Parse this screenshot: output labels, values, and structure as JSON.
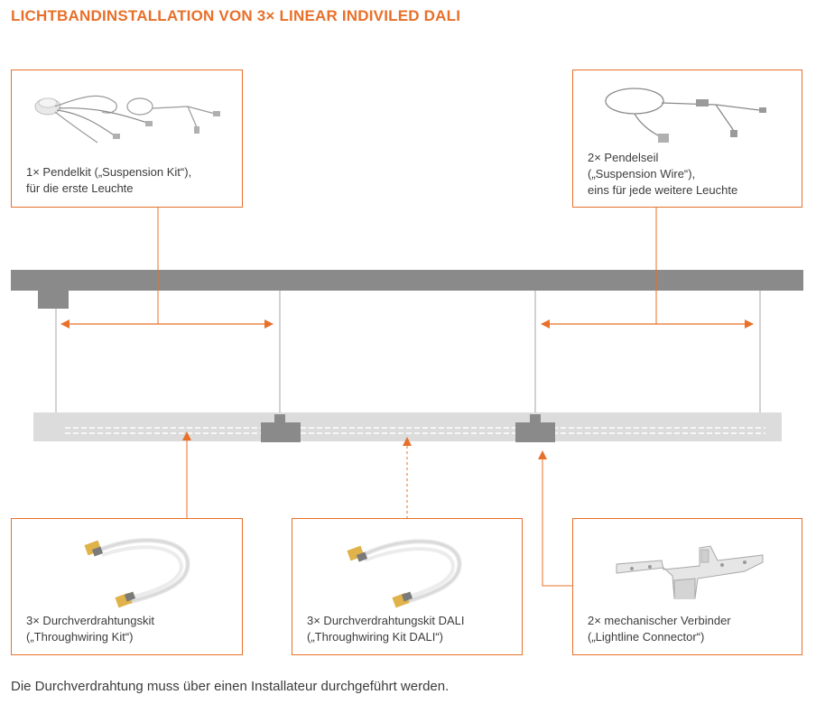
{
  "title": "LICHTBANDINSTALLATION VON 3× LINEAR INDIVILED DALI",
  "boxes": {
    "suspension_kit": {
      "line1": "1× Pendelkit („Suspension Kit“),",
      "line2": "für die erste Leuchte"
    },
    "suspension_wire": {
      "line1": "2× Pendelseil",
      "line2": "(„Suspension Wire“),",
      "line3": "eins für jede weitere Leuchte"
    },
    "throughwiring_kit": {
      "line1": "3× Durchverdrahtungskit",
      "line2": "(„Throughwiring Kit“)"
    },
    "throughwiring_kit_dali": {
      "line1": "3× Durchverdrahtungskit DALI",
      "line2": "(„Throughwiring Kit DALI“)"
    },
    "lightline_connector": {
      "line1": "2× mechanischer Verbinder",
      "line2": "(„Lightline Connector“)"
    }
  },
  "footer": "Die Durchverdrahtung muss über einen Installateur durchgeführt werden.",
  "colors": {
    "accent": "#e8702a",
    "ceiling": "#8a8a8a",
    "fixture": "#dcdcdc",
    "connector": "#8a8a8a"
  }
}
